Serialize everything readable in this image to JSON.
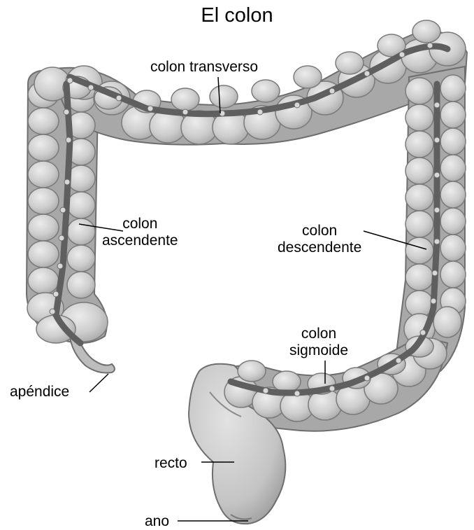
{
  "title": "El colon",
  "labels": {
    "transverso": "colon transverso",
    "ascendente": [
      "colon",
      "ascendente"
    ],
    "descendente": [
      "colon",
      "descendente"
    ],
    "sigmoide": [
      "colon",
      "sigmoide"
    ],
    "apendice": "apéndice",
    "recto": "recto",
    "ano": "ano"
  },
  "colors": {
    "segment_fill": "#cfcfcf",
    "segment_light": "#e6e6e6",
    "segment_stroke": "#7a7a7a",
    "band": "#5f5f5f",
    "node": "#d8d8d8"
  }
}
